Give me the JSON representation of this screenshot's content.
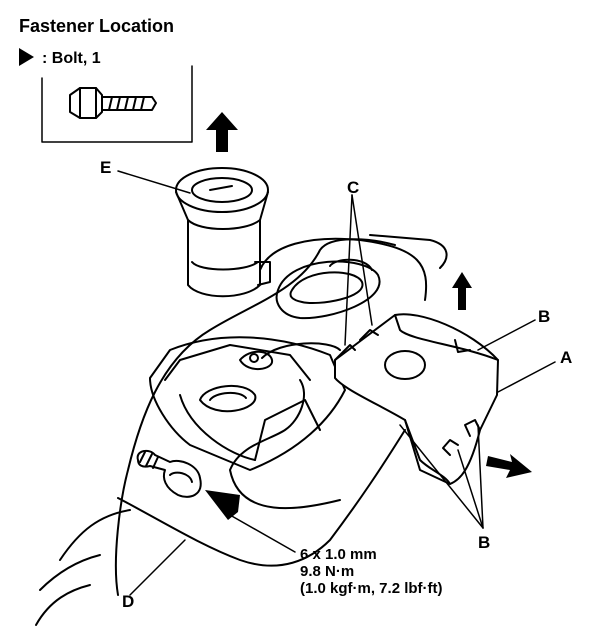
{
  "title": "Fastener Location",
  "legend": {
    "symbol": "bolt-arrow-icon",
    "text": ": Bolt, 1"
  },
  "callouts": {
    "a": "A",
    "b": "B",
    "c": "C",
    "d": "D",
    "e": "E"
  },
  "torque_spec": {
    "line1": "6 x 1.0 mm",
    "line2": "9.8 N·m",
    "line3": "(1.0 kgf·m, 7.2 lbf·ft)"
  }
}
